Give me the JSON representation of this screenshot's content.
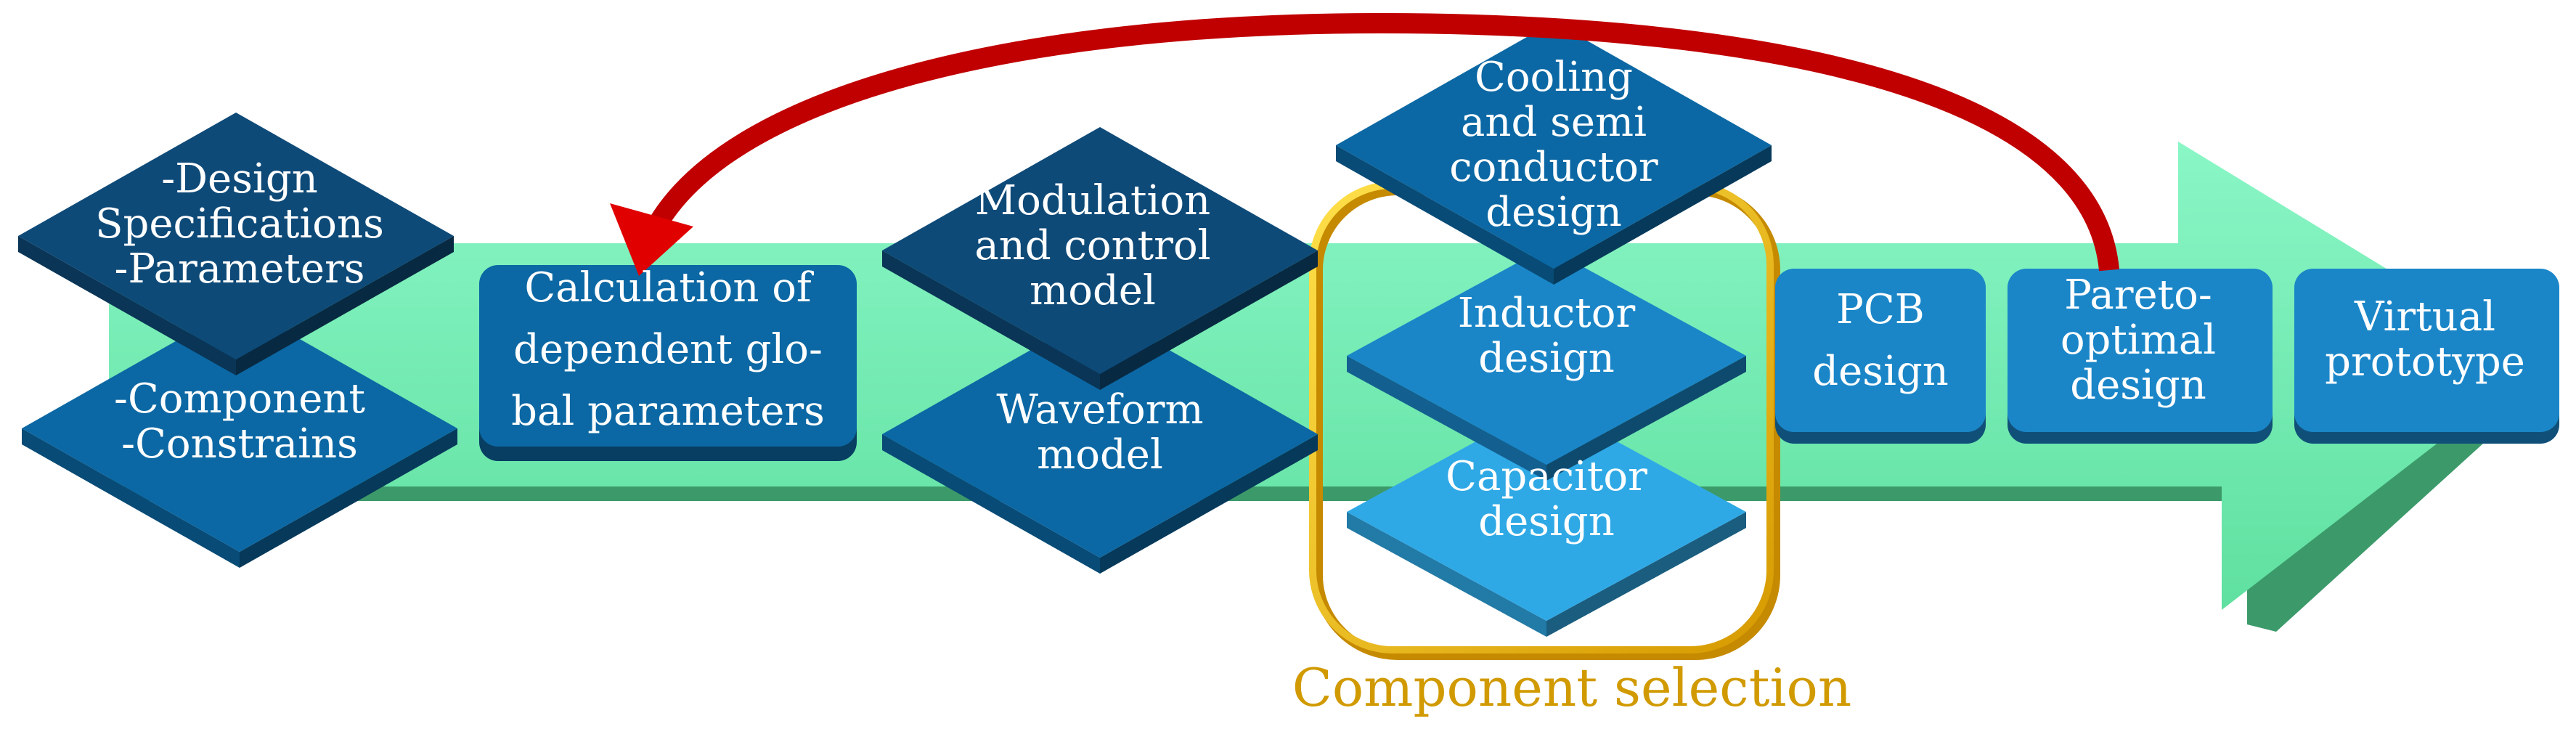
{
  "colors": {
    "arrow_fill": "#73F2B4",
    "arrow_shadow": "#3C9A6A",
    "feedback_arrow": "#C00000",
    "dark_blue": "#0E4A78",
    "medium_blue": "#0B68A4",
    "light_blue": "#1A86C8",
    "sky_blue": "#2FA9E6",
    "selection_border": "#E3B200",
    "caption": "#D19A00"
  },
  "blocks": {
    "design_specs": [
      "-Design",
      "Specifications",
      "-Parameters"
    ],
    "component_constraints": [
      "-Component",
      "-Constrains"
    ],
    "global_params": [
      "Calculation of",
      "dependent glo-",
      "bal parameters"
    ],
    "modulation": [
      "Modulation",
      "and control",
      "model"
    ],
    "waveform": [
      "Waveform",
      "model"
    ],
    "cooling": [
      "Cooling",
      "and semi",
      "conductor",
      "design"
    ],
    "inductor": [
      "Inductor",
      "design"
    ],
    "capacitor": [
      "Capacitor",
      "design"
    ],
    "pcb": [
      "PCB",
      "design"
    ],
    "pareto": [
      "Pareto-",
      "optimal",
      "design"
    ],
    "virtual": [
      "Virtual",
      "prototype"
    ]
  },
  "caption": "Component selection"
}
